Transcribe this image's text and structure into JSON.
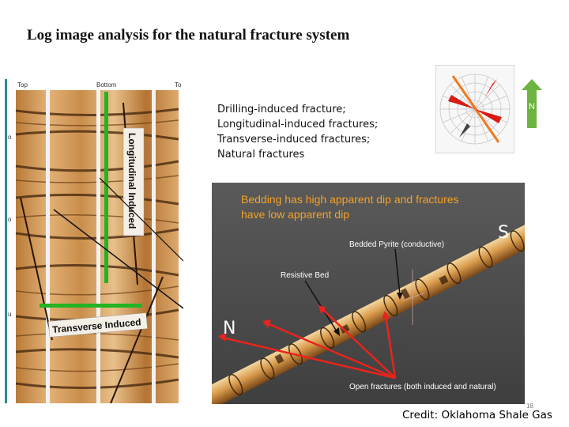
{
  "title": "Log image analysis for the natural fracture system",
  "fracture_types": [
    "Drilling-induced fracture;",
    "Longitudinal-induced fractures;",
    "Transverse-induced fractures;",
    "Natural fractures"
  ],
  "log_image": {
    "track_labels": [
      "Top",
      "Bottom",
      "To"
    ],
    "depth_marks": [
      "o",
      "o",
      "u"
    ],
    "longitudinal_label": "Longitudinal Induced",
    "transverse_label": "Transverse Induced"
  },
  "rose_diagram": {
    "north_label": "N"
  },
  "borehole_3d": {
    "headline_line1": "Bedding has high apparent dip and fractures",
    "headline_line2": "have low apparent dip",
    "pyrite_label": "Bedded Pyrite (conductive)",
    "resistive_label": "Resistive Bed",
    "open_fractures_label": "Open fractures (both induced and natural)",
    "south_label": "S",
    "north_label": "N"
  },
  "credit": "Credit: Oklahoma Shale Gas",
  "page_number": "18",
  "colors": {
    "panel_bg": "#505050",
    "headline": "#f4a226",
    "arrow_red": "#e8241c",
    "marker_green": "#23b323",
    "north_arrow": "#6db33f"
  }
}
